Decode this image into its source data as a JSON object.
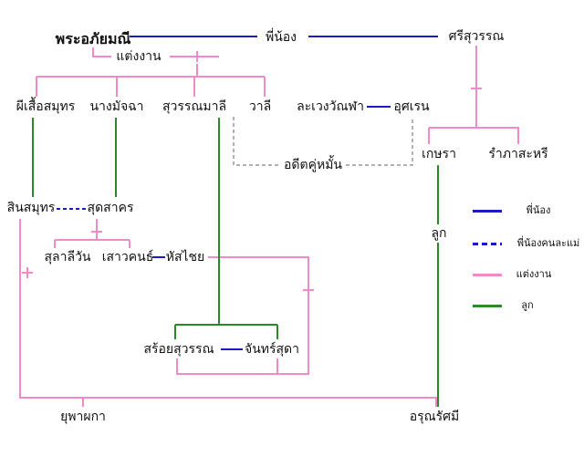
{
  "colors": {
    "sibling": "#1a1ac8",
    "sibling_half": "#1a1ac8",
    "marriage": "#f08ac8",
    "child": "#2a8a2a",
    "past": "#999999"
  },
  "people": {
    "phra_aphai": "พระอภัยมณี",
    "si_suwan": "ศรีสุวรรณ",
    "phi_suea": "ผีเสื้อสมุทร",
    "wali": "วาลี",
    "suwanmali": "สุวรรณมาลี",
    "nang_mat": "นางมัจฉา",
    "lawengwanla": "ละเวงวัณฬา",
    "usaren": "อุศเรน",
    "ket_sara": "เกษรา",
    "ram_phatsari": "รำภาสะหรี",
    "sin_samut": "สินสมุทร",
    "sut_sakhon": "สุดสาคร",
    "sulaliwan": "สุลาลีวัน",
    "saowakhon": "เสาวคนธ์",
    "hatsachai": "หัสไชย",
    "soi_suwan": "สร้อยสุวรรณ",
    "chan_suda": "จันทร์สุดา",
    "yupha_phaka": "ยุพาผกา",
    "arun_rasami": "อรุณรัศมี"
  },
  "relation_labels": {
    "siblings": "พี่น้อง",
    "married": "แต่งงาน",
    "former_fiance": "อดีตคู่หมั้น",
    "child": "ลูก"
  },
  "legend": [
    {
      "label": "พี่น้อง",
      "style": "sibling"
    },
    {
      "label": "พี่น้องคนละแม่",
      "style": "sibling_half"
    },
    {
      "label": "แต่งงาน",
      "style": "marriage"
    },
    {
      "label": "ลูก",
      "style": "child"
    }
  ]
}
